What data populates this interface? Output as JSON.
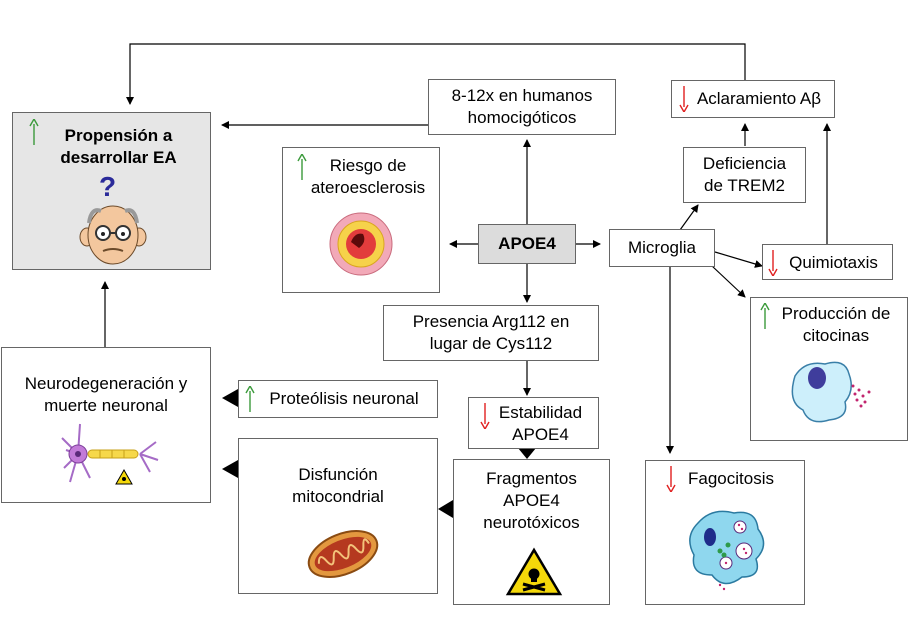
{
  "nodes": {
    "propension": "Propensión a\ndesarrollar EA",
    "humanos": "8-12x en humanos\nhomocigóticos",
    "aclaramiento": "Aclaramiento Aβ",
    "riesgo": "Riesgo de\nateroesclerosis",
    "trem2": "Deficiencia\nde TREM2",
    "apoe4": "APOE4",
    "microglia": "Microglia",
    "quimiotaxis": "Quimiotaxis",
    "citocinas": "Producción de\ncitocinas",
    "arg112": "Presencia Arg112 en\nlugar de Cys112",
    "neurodeg": "Neurodegeneración y\nmuerte neuronal",
    "proteolisis": "Proteólisis neuronal",
    "estabilidad": "Estabilidad\nAPOE4",
    "disfuncion": "Disfunción\nmitocondrial",
    "fragmentos": "Fragmentos\nAPOE4\nneurotóxicos",
    "fagocitosis": "Fagocitosis",
    "question": "?"
  },
  "colors": {
    "up": "#3a9a3a",
    "down": "#e02020",
    "apoe_bg": "#dcdcdc",
    "gray_box": "#e6e6e6"
  },
  "icons": [
    "elderly-man-icon",
    "artery-cross-section-icon",
    "macrophage-icon",
    "neuron-icon",
    "toxic-hazard-icon",
    "mitochondria-icon",
    "phagocyte-icon"
  ]
}
